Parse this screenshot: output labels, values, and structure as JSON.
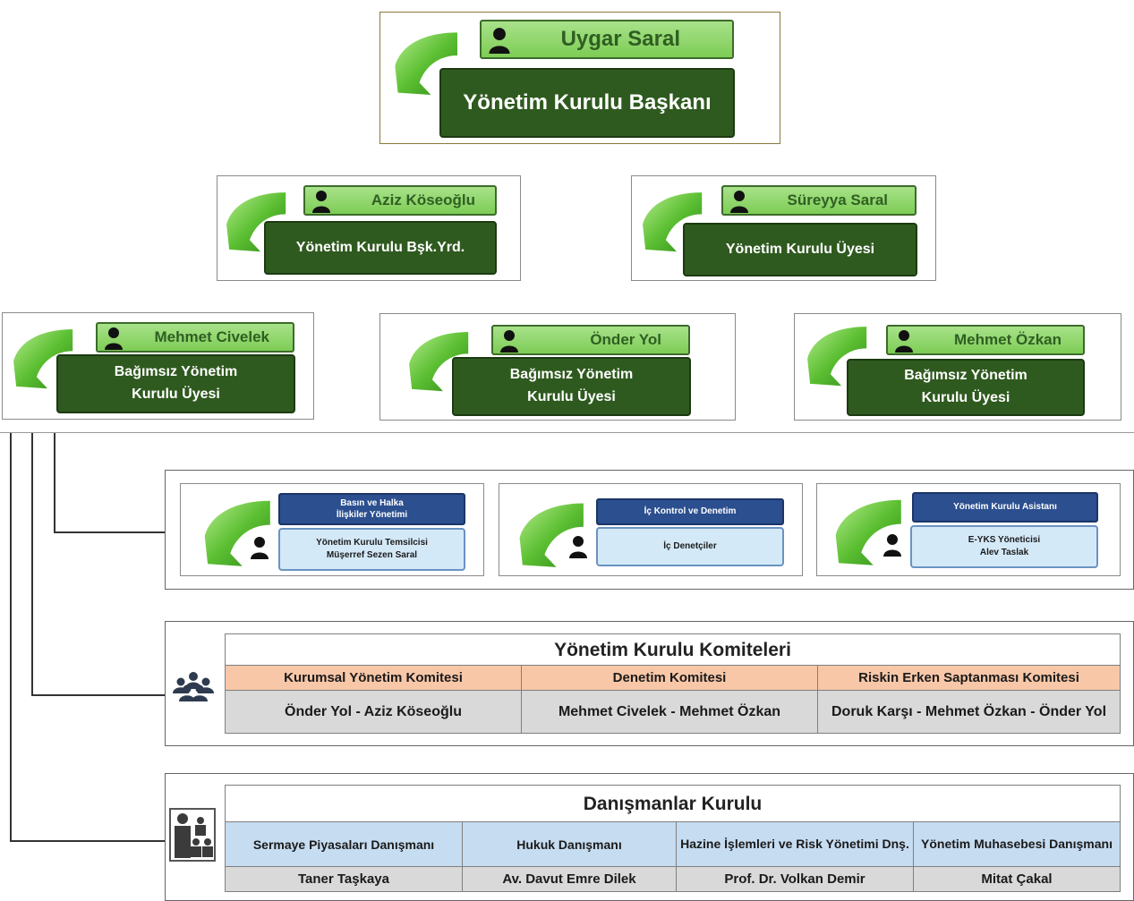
{
  "board": {
    "chairman": {
      "name": "Uygar Saral",
      "title": "Yönetim Kurulu Başkanı"
    },
    "vice_chairman": {
      "name": "Aziz Köseoğlu",
      "title": "Yönetim Kurulu Bşk.Yrd."
    },
    "member": {
      "name": "Süreyya Saral",
      "title": "Yönetim Kurulu Üyesi"
    },
    "independent": [
      {
        "name": "Mehmet Civelek",
        "title_line1": "Bağımsız Yönetim",
        "title_line2": "Kurulu Üyesi"
      },
      {
        "name": "Önder Yol",
        "title_line1": "Bağımsız Yönetim",
        "title_line2": "Kurulu Üyesi"
      },
      {
        "name": "Mehmet Özkan",
        "title_line1": "Bağımsız Yönetim",
        "title_line2": "Kurulu Üyesi"
      }
    ]
  },
  "support_units": [
    {
      "header": "Basın ve Halka\nİlişkiler Yönetimi",
      "body": "Yönetim Kurulu Temsilcisi\nMüşerref Sezen Saral"
    },
    {
      "header": "İç Kontrol ve Denetim",
      "body": "İç Denetçiler"
    },
    {
      "header": "Yönetim Kurulu Asistanı",
      "body": "E-YKS Yöneticisi\nAlev Taslak"
    }
  ],
  "committees": {
    "title": "Yönetim Kurulu Komiteleri",
    "headers": [
      "Kurumsal Yönetim Komitesi",
      "Denetim Komitesi",
      "Riskin Erken Saptanması Komitesi"
    ],
    "members": [
      "Önder Yol - Aziz Köseoğlu",
      "Mehmet Civelek - Mehmet Özkan",
      "Doruk Karşı - Mehmet Özkan - Önder Yol"
    ],
    "header_color": "#f8c7a8",
    "row_color": "#d9d9d9"
  },
  "advisors": {
    "title": "Danışmanlar Kurulu",
    "headers": [
      "Sermaye Piyasaları Danışmanı",
      "Hukuk Danışmanı",
      "Hazine İşlemleri ve Risk Yönetimi Dnş.",
      "Yönetim Muhasebesi Danışmanı"
    ],
    "members": [
      "Taner Taşkaya",
      "Av. Davut Emre Dilek",
      "Prof. Dr. Volkan Demir",
      "Mitat Çakal"
    ],
    "header_color": "#c6dcf1",
    "row_color": "#d9d9d9"
  },
  "colors": {
    "name_bar_green": "#7dcc55",
    "title_box_green": "#2f5a1f",
    "unit_header_blue": "#2b4f8f",
    "unit_body_blue": "#d4e9f8"
  },
  "icons": [
    "person-icon",
    "ribbon-arc-icon",
    "group-icon",
    "advisors-icon"
  ]
}
